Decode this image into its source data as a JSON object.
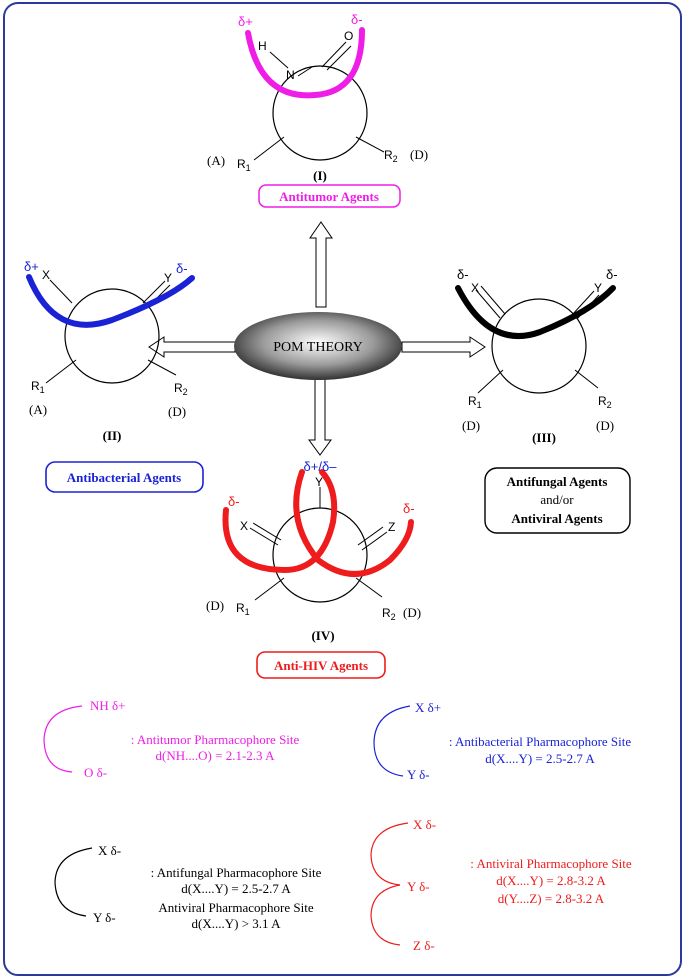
{
  "center": {
    "label": "POM THEORY"
  },
  "panel_I": {
    "roman": "(I)",
    "delta_left": "δ+",
    "delta_right": "δ-",
    "atom_h": "H",
    "atom_n": "N",
    "atom_o": "O",
    "a_label": "(A)",
    "d_label": "(D)",
    "r1_main": "R",
    "r1_sub": "1",
    "r2_main": "R",
    "r2_sub": "2",
    "agent": "Antitumor Agents"
  },
  "panel_II": {
    "roman": "(II)",
    "delta_left": "δ+",
    "delta_right": "δ-",
    "atom_x": "X",
    "atom_y": "Y",
    "a_label": "(A)",
    "d_label": "(D)",
    "r1_main": "R",
    "r1_sub": "1",
    "r2_main": "R",
    "r2_sub": "2",
    "agent": "Antibacterial Agents"
  },
  "panel_III": {
    "roman": "(III)",
    "delta_left": "δ-",
    "delta_right": "δ-",
    "atom_x": "X",
    "atom_y": "Y",
    "d_label_left": "(D)",
    "d_label_right": "(D)",
    "r1_main": "R",
    "r1_sub": "1",
    "r2_main": "R",
    "r2_sub": "2",
    "agent_line1": "Antifungal Agents",
    "agent_line2": "and/or",
    "agent_line3": "Antiviral Agents"
  },
  "panel_IV": {
    "roman": "(IV)",
    "delta_top": "δ+/δ–",
    "delta_left": "δ-",
    "delta_right": "δ-",
    "atom_x": "X",
    "atom_y": "Y",
    "atom_z": "Z",
    "d_label_left": "(D)",
    "d_label_right": "(D)",
    "r1_main": "R",
    "r1_sub": "1",
    "r2_main": "R",
    "r2_sub": "2",
    "agent": "Anti-HIV Agents"
  },
  "legend": {
    "antitumor": {
      "top": "NH δ+",
      "bottom": "O δ-",
      "site": ": Antitumor Pharmacophore Site",
      "distance": "d(NH....O) = 2.1-2.3 A"
    },
    "antibacterial": {
      "top": "X δ+",
      "bottom": "Y δ-",
      "site": ": Antibacterial Pharmacophore Site",
      "distance": "d(X....Y) = 2.5-2.7 A"
    },
    "antifungal": {
      "top": "X δ-",
      "bottom": "Y δ-",
      "site": ": Antifungal Pharmacophore Site",
      "distance": "d(X....Y) = 2.5-2.7 A",
      "site2": "Antiviral Pharmacophore Site",
      "distance2": "d(X....Y) > 3.1 A"
    },
    "antiviral": {
      "top": "X δ-",
      "middle": "Y δ-",
      "bottom": "Z δ-",
      "site": ": Antiviral Pharmacophore Site",
      "distance": "d(X....Y) = 2.8-3.2 A",
      "distance2": "d(Y....Z) = 2.8-3.2 A"
    }
  },
  "colors": {
    "frame": "#2b3a9a",
    "magenta": "#ee1ee6",
    "blue": "#1a22d6",
    "black": "#000000",
    "red": "#ee1c1c"
  }
}
